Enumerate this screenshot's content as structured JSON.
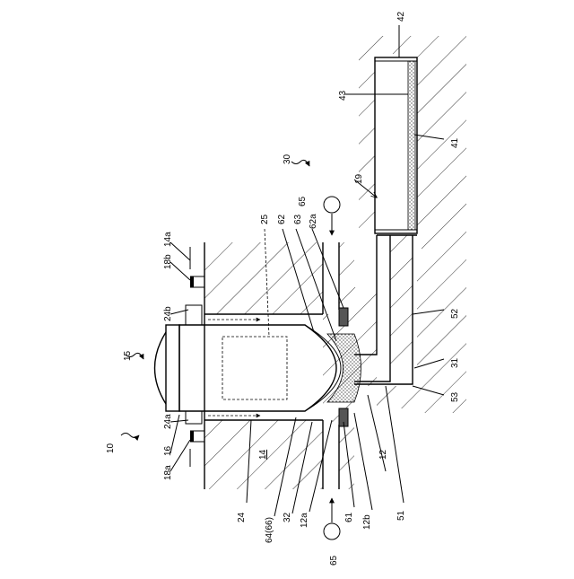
{
  "labels": {
    "l10": "10",
    "l15": "15",
    "l24b": "24b",
    "l24a": "24a",
    "l16": "16",
    "l18a": "18a",
    "l18b": "18b",
    "l14a": "14a",
    "l14": "14",
    "l24": "24",
    "l64_66": "64(66)",
    "l32": "32",
    "l12a": "12a",
    "l61": "61",
    "l12b": "12b",
    "l12": "12",
    "l51": "51",
    "l65_top": "65",
    "l65_bottom": "65",
    "l25": "25",
    "l62": "62",
    "l63": "63",
    "l62a": "62a",
    "l30": "30",
    "l19": "19",
    "l43": "43",
    "l42": "42",
    "l41": "41",
    "l52": "52",
    "l31": "31",
    "l53": "53"
  }
}
